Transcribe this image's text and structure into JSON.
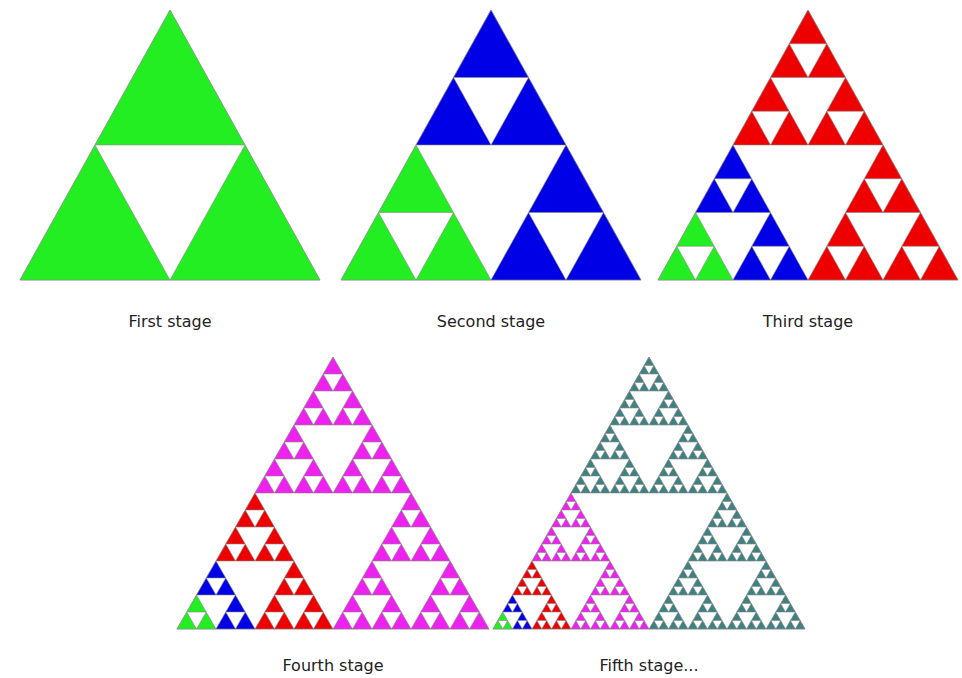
{
  "diagram": {
    "labels": [
      "First stage",
      "Second stage",
      "Third stage",
      "Fourth stage",
      "Fifth stage..."
    ]
  }
}
